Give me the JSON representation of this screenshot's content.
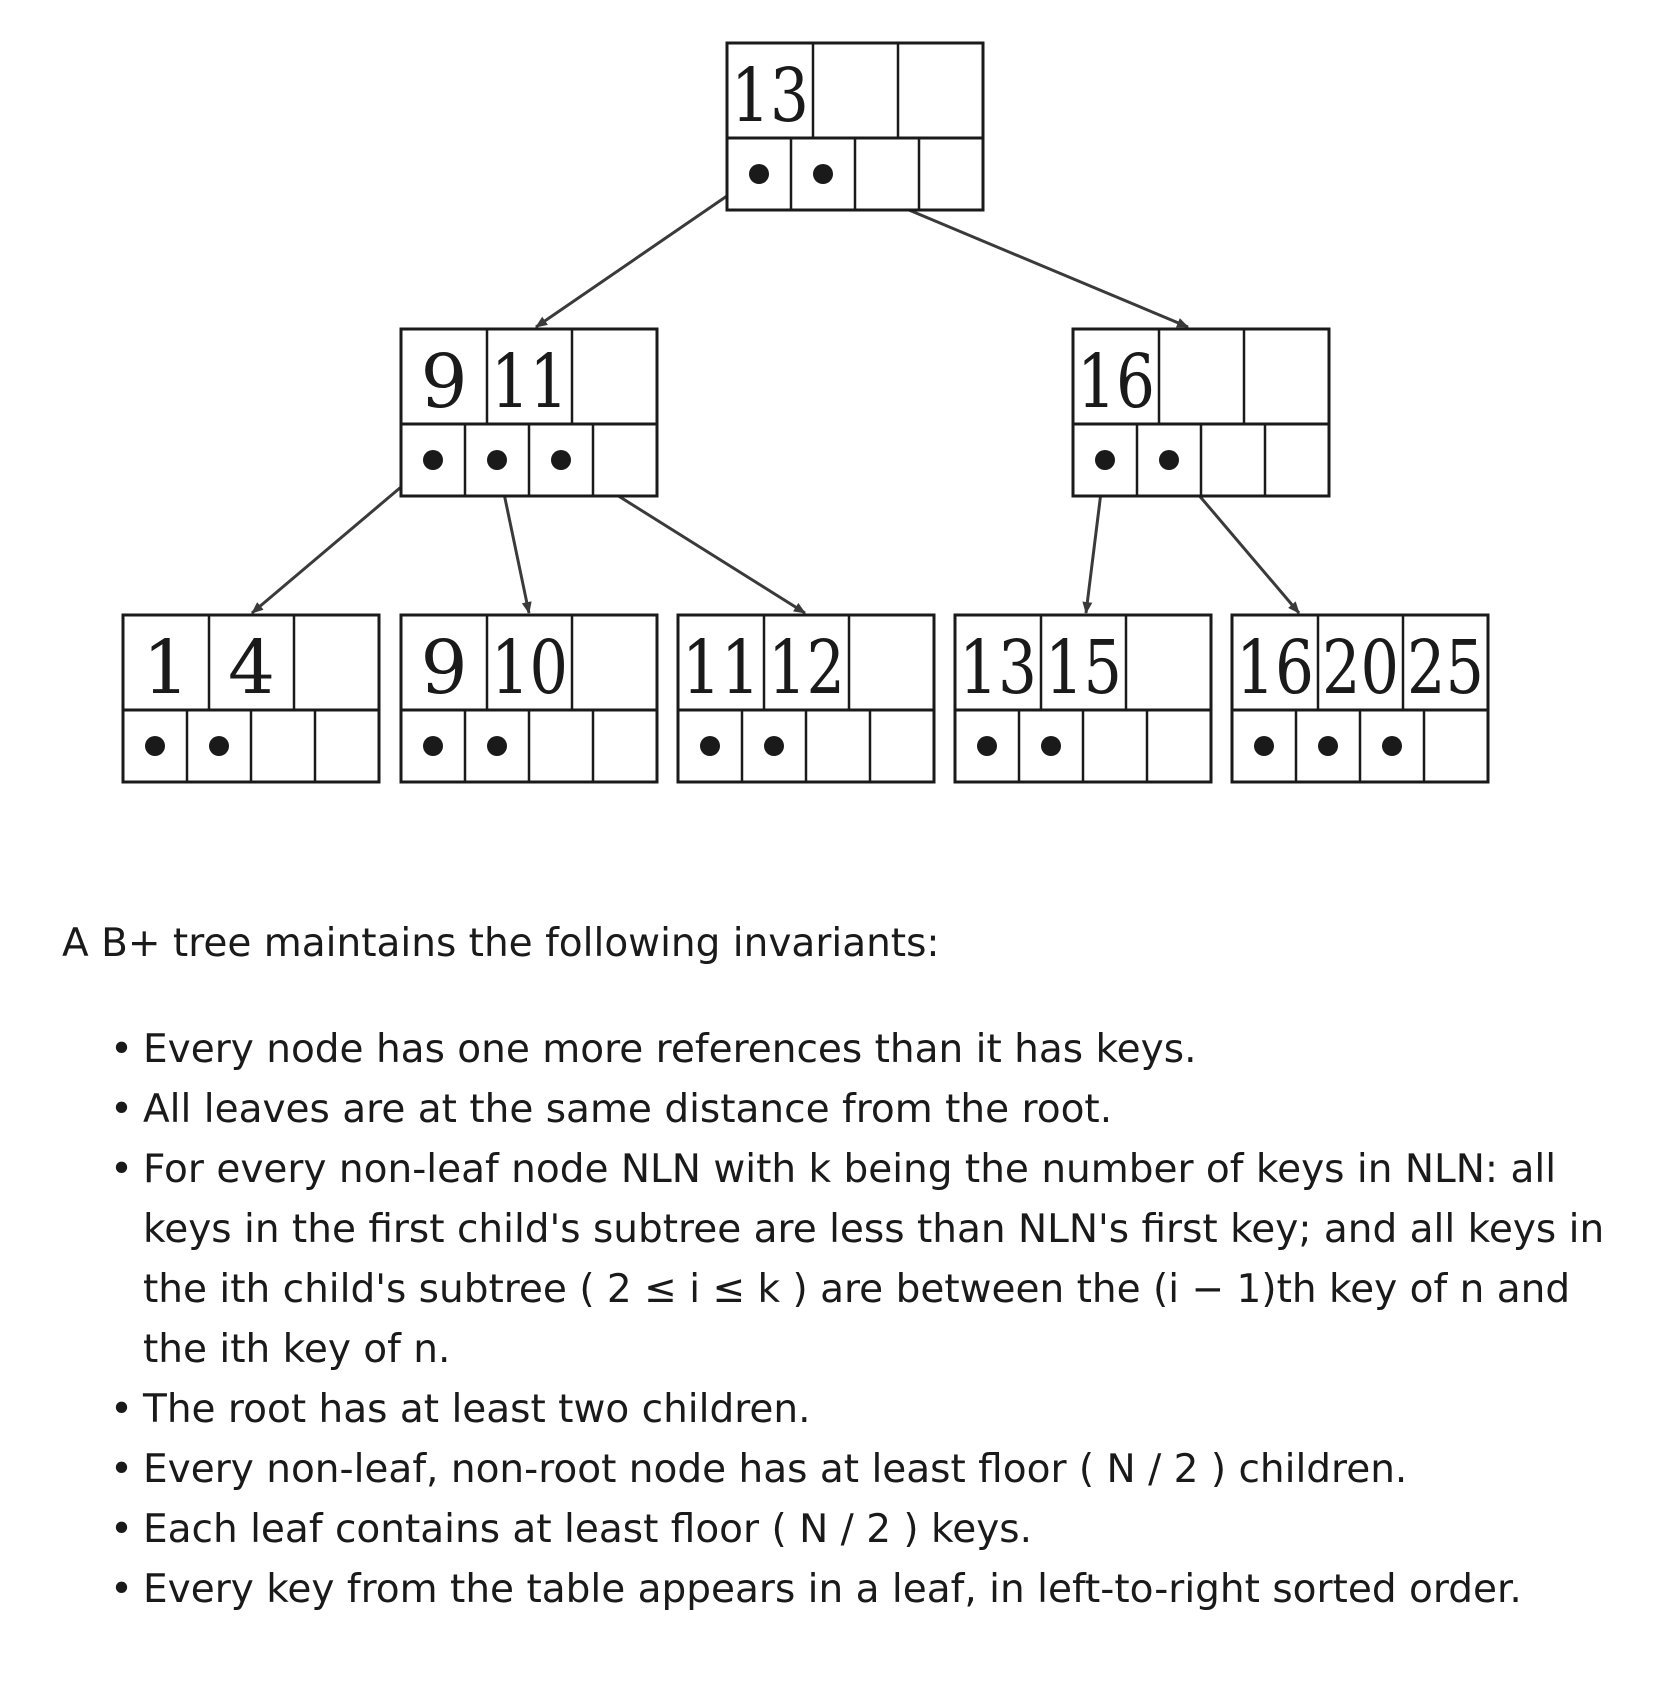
{
  "diagram": {
    "nodes": [
      {
        "id": "root",
        "keys": [
          "13",
          "",
          ""
        ],
        "pointers": [
          true,
          true,
          false,
          false
        ]
      },
      {
        "id": "internal-left",
        "keys": [
          "9",
          "11",
          ""
        ],
        "pointers": [
          true,
          true,
          true,
          false
        ]
      },
      {
        "id": "internal-right",
        "keys": [
          "16",
          "",
          ""
        ],
        "pointers": [
          true,
          true,
          false,
          false
        ]
      },
      {
        "id": "leaf-1",
        "keys": [
          "1",
          "4",
          ""
        ],
        "pointers": [
          true,
          true,
          false,
          false
        ]
      },
      {
        "id": "leaf-2",
        "keys": [
          "9",
          "10",
          ""
        ],
        "pointers": [
          true,
          true,
          false,
          false
        ]
      },
      {
        "id": "leaf-3",
        "keys": [
          "11",
          "12",
          ""
        ],
        "pointers": [
          true,
          true,
          false,
          false
        ]
      },
      {
        "id": "leaf-4",
        "keys": [
          "13",
          "15",
          ""
        ],
        "pointers": [
          true,
          true,
          false,
          false
        ]
      },
      {
        "id": "leaf-5",
        "keys": [
          "16",
          "20",
          "25"
        ],
        "pointers": [
          true,
          true,
          true,
          false
        ]
      }
    ],
    "edges": [
      {
        "from": "root",
        "pointer": 0,
        "to": "internal-left"
      },
      {
        "from": "root",
        "pointer": 1,
        "to": "internal-right"
      },
      {
        "from": "internal-left",
        "pointer": 0,
        "to": "leaf-1"
      },
      {
        "from": "internal-left",
        "pointer": 1,
        "to": "leaf-2"
      },
      {
        "from": "internal-left",
        "pointer": 2,
        "to": "leaf-3"
      },
      {
        "from": "internal-right",
        "pointer": 0,
        "to": "leaf-4"
      },
      {
        "from": "internal-right",
        "pointer": 1,
        "to": "leaf-5"
      }
    ]
  },
  "text": {
    "intro": "A B+ tree maintains the following invariants:",
    "invariants": [
      "Every node has one more references than it has keys.",
      "All leaves are at the same distance from the root.",
      "For every non-leaf node NLN with k being the number of keys in NLN: all keys in the first child's subtree are less than NLN's first key; and all keys in the ith child's subtree ( 2 ≤ i ≤ k ) are between the (i − 1)th key of n and the ith key of n.",
      "The root has at least two children.",
      "Every non-leaf, non-root node has at least floor ( N / 2 ) children.",
      "Each leaf contains at least floor ( N / 2 ) keys.",
      "Every key from the table appears in a leaf, in left-to-right sorted order."
    ]
  }
}
